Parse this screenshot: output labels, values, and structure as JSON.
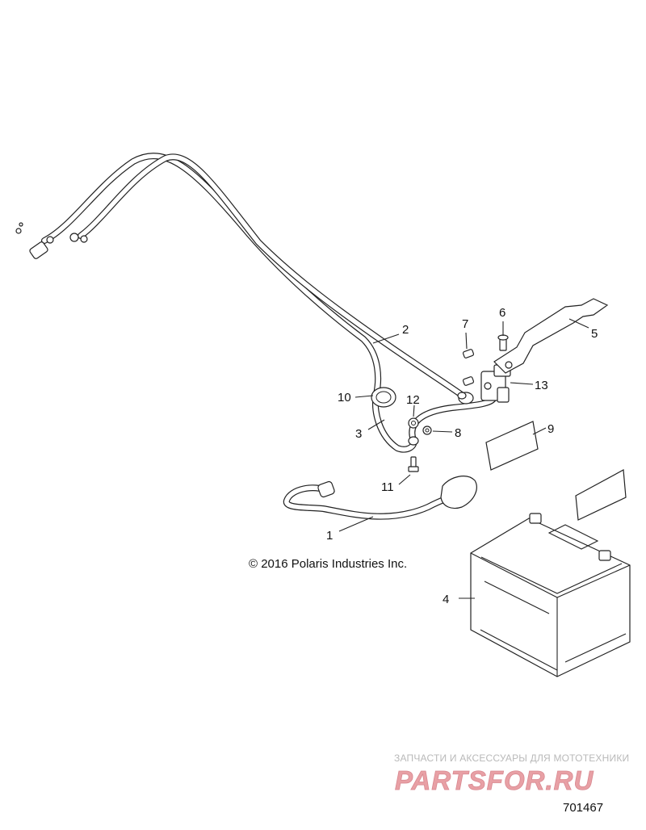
{
  "callouts": [
    {
      "id": "1",
      "label": "1"
    },
    {
      "id": "2",
      "label": "2"
    },
    {
      "id": "3",
      "label": "3"
    },
    {
      "id": "4",
      "label": "4"
    },
    {
      "id": "5",
      "label": "5"
    },
    {
      "id": "6",
      "label": "6"
    },
    {
      "id": "7",
      "label": "7"
    },
    {
      "id": "8",
      "label": "8"
    },
    {
      "id": "9",
      "label": "9"
    },
    {
      "id": "10",
      "label": "10"
    },
    {
      "id": "11",
      "label": "11"
    },
    {
      "id": "12",
      "label": "12"
    },
    {
      "id": "13",
      "label": "13"
    }
  ],
  "copyright": "© 2016 Polaris Industries Inc.",
  "watermark": {
    "tagline": "ЗАПЧАСТИ И АКСЕССУАРЫ ДЛЯ МОТОТЕХНИКИ",
    "logo_text": "PARTSFOR.RU",
    "color": "#e8a0a5"
  },
  "reference_number": "701467"
}
